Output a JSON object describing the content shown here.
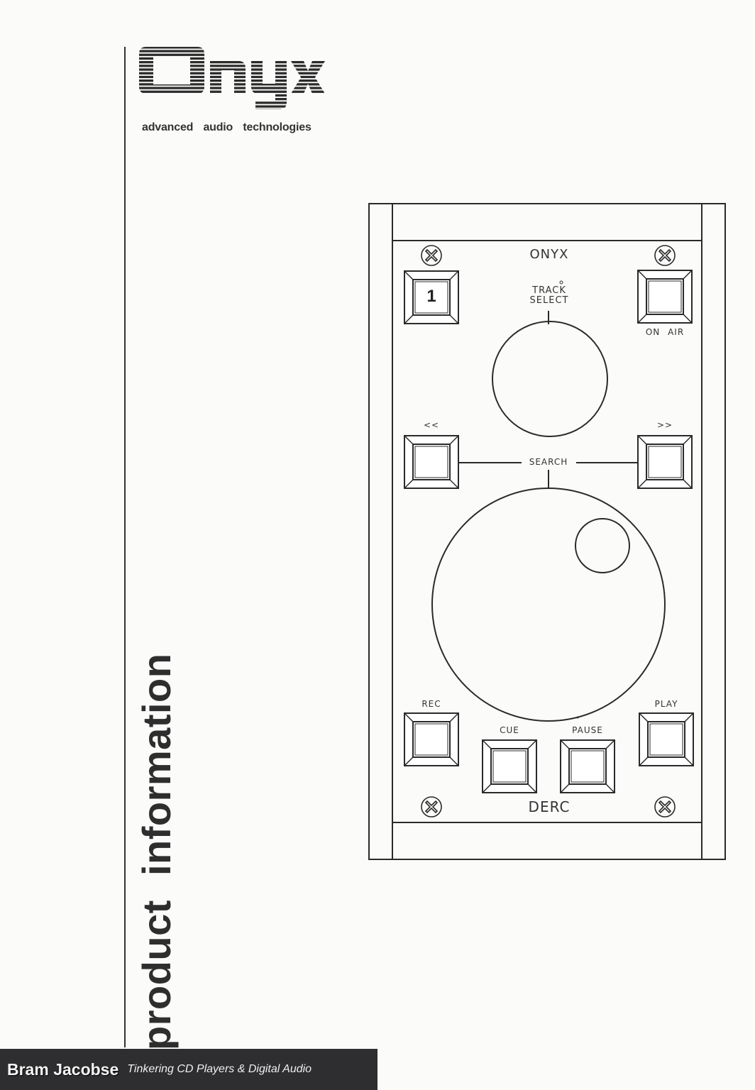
{
  "brand": {
    "logo_text": "Onyx",
    "tagline": "advanced audio technologies"
  },
  "document": {
    "vertical_title": "product information"
  },
  "panel": {
    "top_label": "ONYX",
    "bottom_label": "DERC",
    "track_button_value": "1",
    "track_select_label": "TRACK SELECT",
    "track_select_line1": "TRACK",
    "track_select_line2": "SELECT",
    "on_air_label": "ON AIR",
    "rewind_label": "<<",
    "forward_label": ">>",
    "search_label": "SEARCH",
    "rec_label": "REC",
    "cue_label": "CUE",
    "pause_label": "PAUSE",
    "play_label": "PLAY"
  },
  "footer": {
    "name": "Bram Jacobse",
    "subtitle": "Tinkering CD Players & Digital Audio"
  },
  "colors": {
    "paper": "#fbfbfa",
    "ink": "#2a2a2a",
    "footer_bg": "#2e2e30"
  }
}
